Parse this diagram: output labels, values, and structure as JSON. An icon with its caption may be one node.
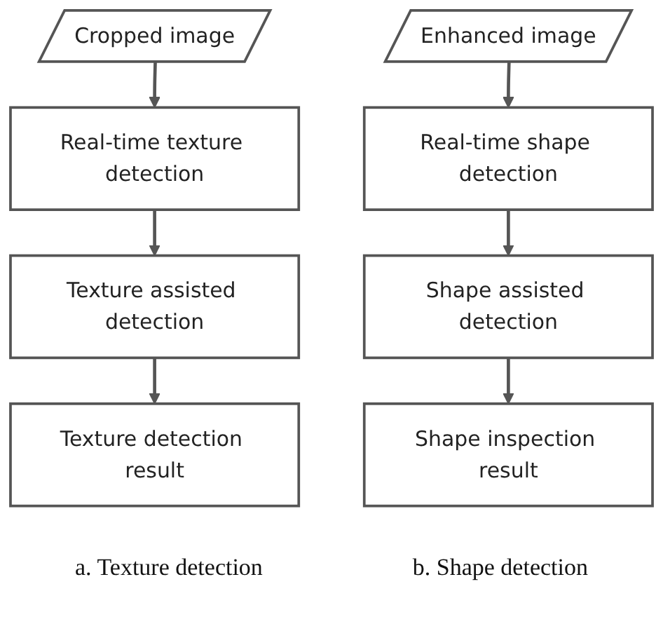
{
  "diagram": {
    "nodes": [
      {
        "text": [
          "Cropped image"
        ]
      },
      {
        "text": [
          "Real-time texture detection"
        ]
      },
      {
        "text": [
          "Texture assisted detection"
        ]
      },
      {
        "text": [
          "Texture detection result"
        ]
      },
      {
        "text": [
          "Enhanced image"
        ]
      },
      {
        "text": [
          "Real-time shape detection"
        ]
      },
      {
        "text": [
          "Shape assisted detection"
        ]
      },
      {
        "text": [
          "Shape inspection result"
        ]
      }
    ],
    "edges": [
      {
        "from": 0,
        "to": 1,
        "arrow": "to"
      },
      {
        "from": 1,
        "to": 2,
        "arrow": "to"
      },
      {
        "from": 2,
        "to": 3,
        "arrow": "to"
      },
      {
        "from": 4,
        "to": 5,
        "arrow": "to"
      },
      {
        "from": 5,
        "to": 6,
        "arrow": "to"
      },
      {
        "from": 6,
        "to": 7,
        "arrow": "to"
      }
    ],
    "labels": [
      "a. Texture detection",
      "b. Shape detection"
    ]
  }
}
